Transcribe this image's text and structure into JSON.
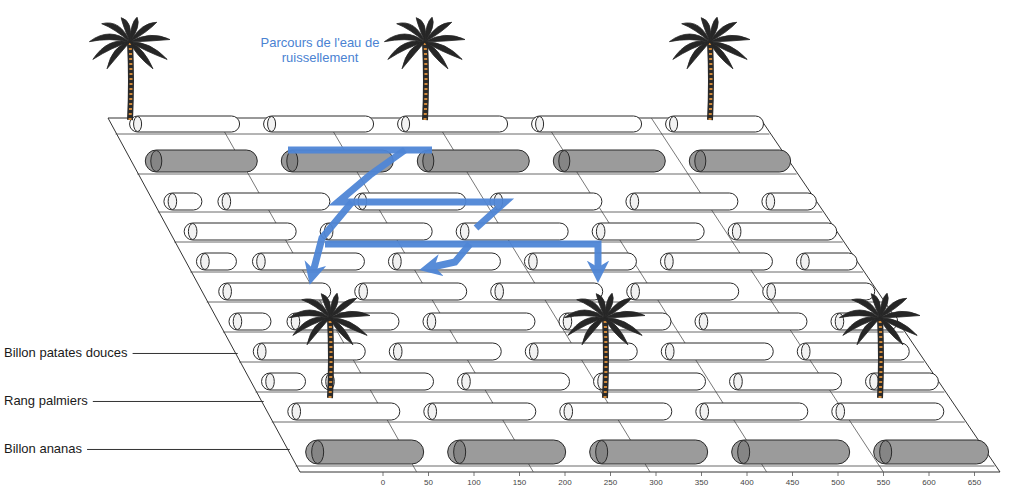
{
  "diagram": {
    "labels": [
      "Parcours de l'eau de ruissellement",
      "Billon patates douces",
      "Rang palmiers",
      "Billon ananas",
      "0",
      "50",
      "100",
      "150",
      "200",
      "250",
      "300",
      "350",
      "400",
      "450",
      "500",
      "550",
      "600",
      "650"
    ]
  }
}
